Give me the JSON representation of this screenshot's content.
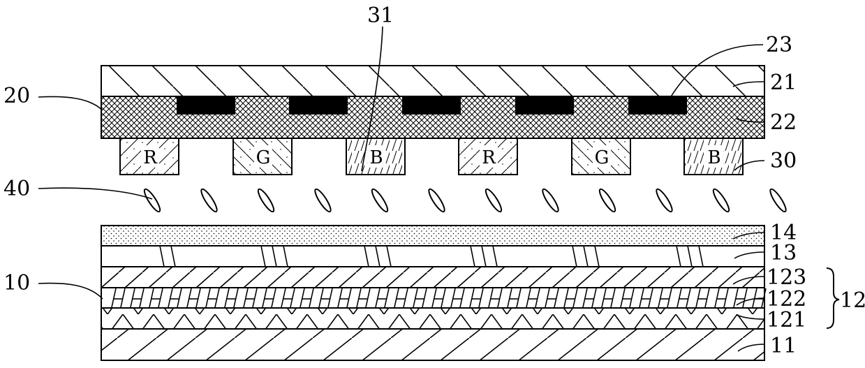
{
  "labels": {
    "l31": "31",
    "l23": "23",
    "l21": "21",
    "l20": "20",
    "l22": "22",
    "l30": "30",
    "l40": "40",
    "l14": "14",
    "l13": "13",
    "l10": "10",
    "l123": "123",
    "l122": "122",
    "l12": "12",
    "l121": "121",
    "l11": "11"
  },
  "color_filters": [
    "R",
    "G",
    "B",
    "R",
    "G",
    "B"
  ],
  "colors": {
    "ink": "#000000",
    "paper": "#ffffff"
  }
}
